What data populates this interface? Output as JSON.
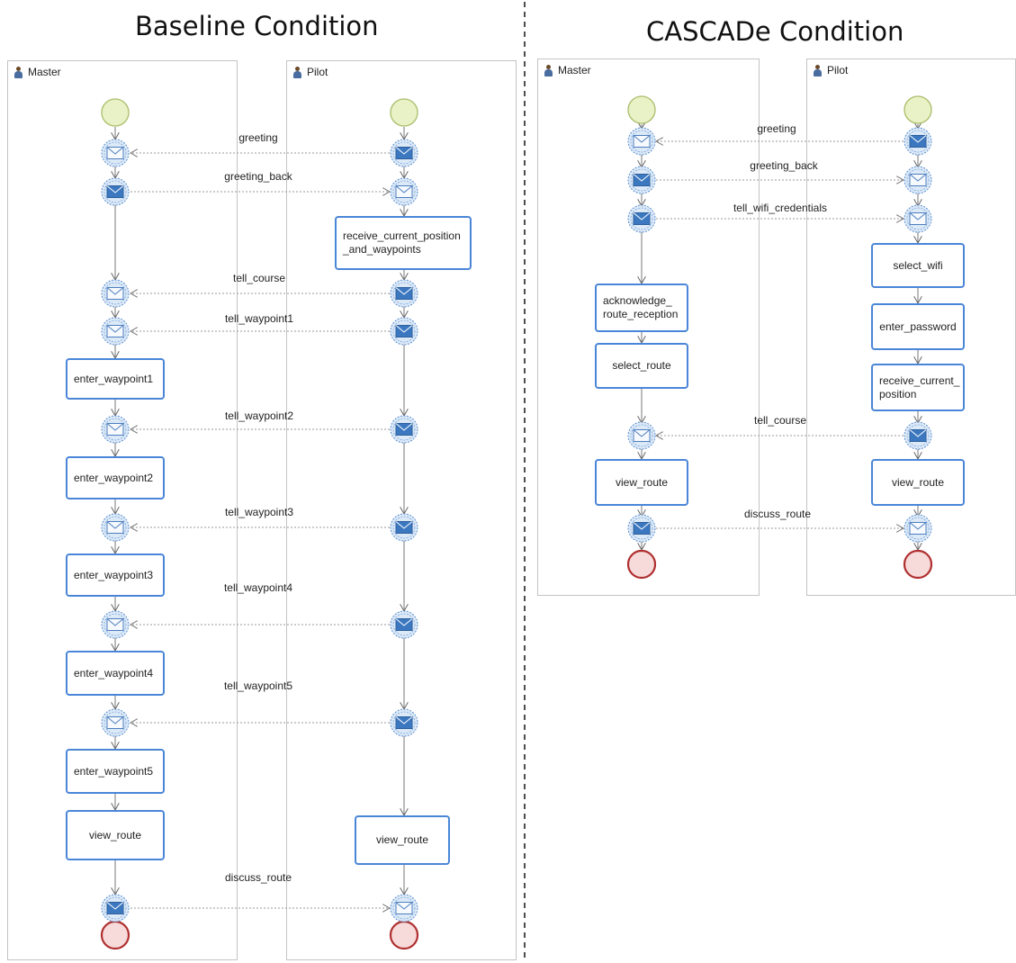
{
  "panels": {
    "baseline": {
      "title": "Baseline Condition",
      "lanes": {
        "master": "Master",
        "pilot": "Pilot"
      },
      "messages": [
        "greeting",
        "greeting_back",
        "tell_course",
        "tell_waypoint1",
        "tell_waypoint2",
        "tell_waypoint3",
        "tell_waypoint4",
        "tell_waypoint5",
        "discuss_route"
      ],
      "master_tasks": [
        "enter_waypoint1",
        "enter_waypoint2",
        "enter_waypoint3",
        "enter_waypoint4",
        "enter_waypoint5",
        "view_route"
      ],
      "pilot_tasks": [
        "receive_current_position\n_and_waypoints",
        "view_route"
      ]
    },
    "cascade": {
      "title": "CASCADe Condition",
      "lanes": {
        "master": "Master",
        "pilot": "Pilot"
      },
      "messages": [
        "greeting",
        "greeting_back",
        "tell_wifi_credentials",
        "tell_course",
        "discuss_route"
      ],
      "master_tasks": [
        "acknowledge_\nroute_reception",
        "select_route",
        "view_route"
      ],
      "pilot_tasks": [
        "select_wifi",
        "enter_password",
        "receive_current_\nposition",
        "view_route"
      ]
    }
  },
  "colors": {
    "start_event_fill": "#e9f2c6",
    "start_event_stroke": "#a9bd6b",
    "end_event_fill": "#f7dada",
    "end_event_stroke": "#b03030",
    "task_border": "#4a86d8",
    "message_icon_fill": "#3c78c0",
    "message_event_fill": "#dce9f7"
  },
  "icons": {
    "lane_header": "person-icon",
    "send_message": "envelope-filled-icon",
    "receive_message": "envelope-outline-icon"
  }
}
